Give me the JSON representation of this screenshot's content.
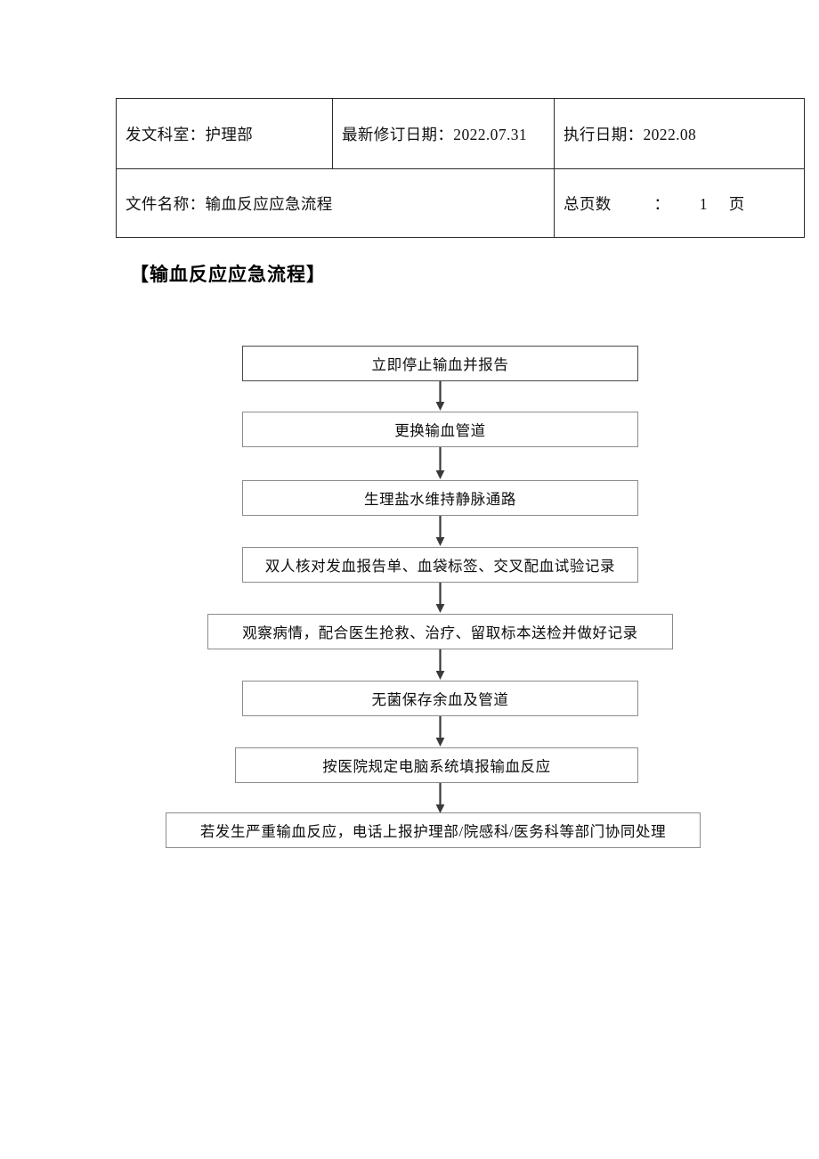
{
  "document": {
    "header_table": {
      "rows": [
        {
          "cells": [
            {
              "name": "issuing-department",
              "text": "发文科室：护理部"
            },
            {
              "name": "latest-revision-date",
              "text": "最新修订日期：2022.07.31"
            },
            {
              "name": "effective-date",
              "text": "执行日期：2022.08"
            }
          ]
        },
        {
          "cells": [
            {
              "name": "file-name",
              "text": "文件名称：输血反应应急流程"
            },
            {
              "name": "total-pages",
              "text": "总页数          ：       1     页"
            }
          ]
        }
      ]
    },
    "section_title": "【输血反应应急流程】"
  },
  "chart_data": {
    "type": "diagram",
    "title": "输血反应应急流程",
    "orientation": "vertical",
    "nodes": [
      {
        "id": 1,
        "label": "立即停止输血并报告"
      },
      {
        "id": 2,
        "label": "更换输血管道"
      },
      {
        "id": 3,
        "label": "生理盐水维持静脉通路"
      },
      {
        "id": 4,
        "label": "双人核对发血报告单、血袋标签、交叉配血试验记录"
      },
      {
        "id": 5,
        "label": "观察病情，配合医生抢救、治疗、留取标本送检并做好记录"
      },
      {
        "id": 6,
        "label": "无菌保存余血及管道"
      },
      {
        "id": 7,
        "label": "按医院规定电脑系统填报输血反应"
      },
      {
        "id": 8,
        "label": "若发生严重输血反应，电话上报护理部/院感科/医务科等部门协同处理"
      }
    ],
    "edges": [
      {
        "from": 1,
        "to": 2
      },
      {
        "from": 2,
        "to": 3
      },
      {
        "from": 3,
        "to": 4
      },
      {
        "from": 4,
        "to": 5
      },
      {
        "from": 5,
        "to": 6
      },
      {
        "from": 6,
        "to": 7
      },
      {
        "from": 7,
        "to": 8
      }
    ],
    "colors": {
      "node_border": "#8c8c8c",
      "node_fill": "#ffffff",
      "arrow": "#3a3a3a",
      "text": "#0d0d0d"
    }
  }
}
